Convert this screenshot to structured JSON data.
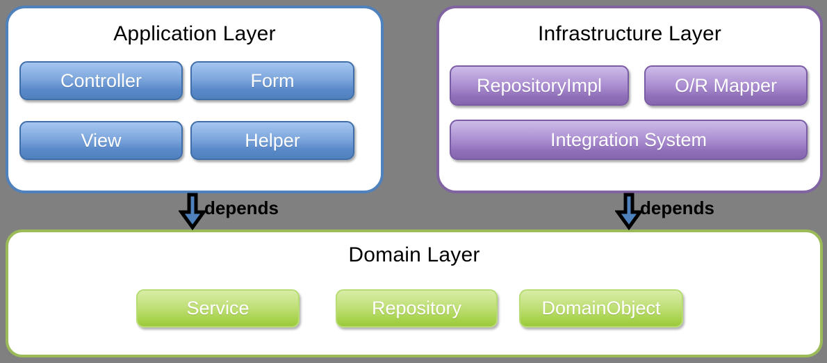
{
  "colors": {
    "background": "#808080",
    "application_border": "#4f81bd",
    "infrastructure_border": "#8064a2",
    "domain_border": "#9bbb59",
    "blue_node": "#4f81bd",
    "purple_node": "#8667af",
    "green_node": "#9cc83e",
    "arrow_fill": "#4f81bd",
    "arrow_outline": "#000000"
  },
  "layers": {
    "application": {
      "title": "Application Layer",
      "items": [
        "Controller",
        "Form",
        "View",
        "Helper"
      ]
    },
    "infrastructure": {
      "title": "Infrastructure Layer",
      "items": [
        "RepositoryImpl",
        "O/R Mapper",
        "Integration System"
      ]
    },
    "domain": {
      "title": "Domain Layer",
      "items": [
        "Service",
        "Repository",
        "DomainObject"
      ]
    }
  },
  "arrows": [
    {
      "label": "depends"
    },
    {
      "label": "depends"
    }
  ]
}
